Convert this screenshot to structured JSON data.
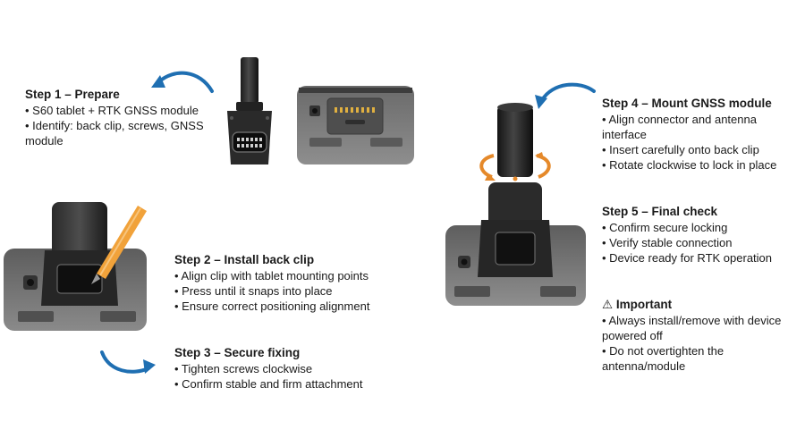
{
  "colors": {
    "arrow": "#1f6fb2",
    "device_gray": "#7b7b7b",
    "dark": "#2b2b2b",
    "orange": "#e5892a"
  },
  "step1": {
    "title": "Step 1 – Prepare",
    "lines": [
      "• S60 tablet + RTK GNSS module",
      "• Identify: back clip, screws, GNSS",
      "module"
    ]
  },
  "step2": {
    "title": "Step 2 – Install back clip",
    "lines": [
      "• Align clip with tablet mounting points",
      "• Press until it snaps into place",
      "• Ensure correct positioning alignment"
    ]
  },
  "step3": {
    "title": "Step 3 – Secure fixing",
    "lines": [
      "• Tighten screws clockwise",
      "• Confirm stable and firm attachment"
    ]
  },
  "step4": {
    "title": "Step 4 – Mount GNSS module",
    "lines": [
      "• Align connector and antenna",
      "interface",
      "• Insert carefully onto back clip",
      "• Rotate clockwise to lock in place"
    ]
  },
  "step5": {
    "title": "Step 5 – Final check",
    "lines": [
      "• Confirm secure locking",
      "• Verify stable connection",
      "• Device ready for RTK operation"
    ]
  },
  "important": {
    "title": "⚠ Important",
    "lines": [
      "• Always install/remove with device",
      "powered off",
      "• Do not overtighten the",
      "antenna/module"
    ]
  }
}
